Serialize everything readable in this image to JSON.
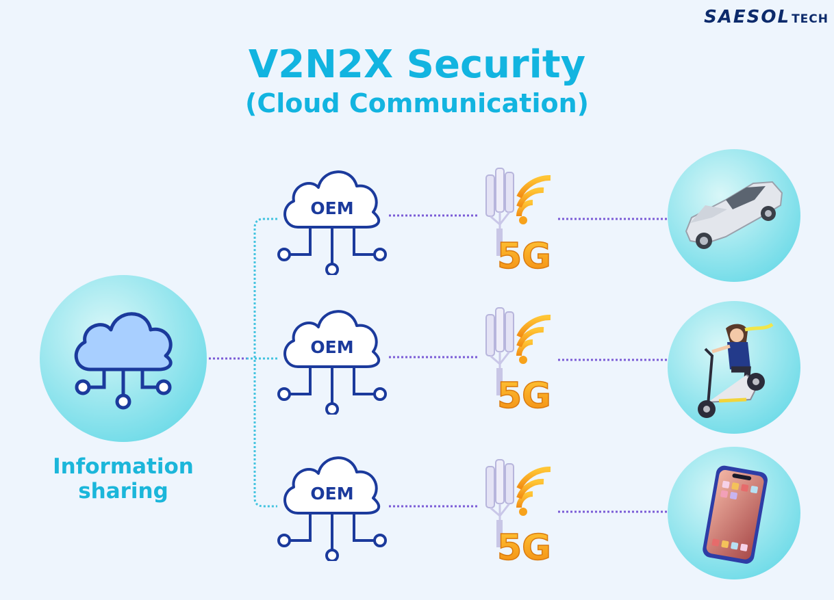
{
  "logo": {
    "main": "SAESOL",
    "sub": "TECH"
  },
  "title": {
    "line1": "V2N2X Security",
    "line2": "(Cloud Communication)"
  },
  "hub": {
    "label_line1": "Information",
    "label_line2": "sharing"
  },
  "rows": [
    {
      "cloud_label": "OEM",
      "network": "5G",
      "endpoint_icon": "car-icon"
    },
    {
      "cloud_label": "OEM",
      "network": "5G",
      "endpoint_icon": "scooter-rider-icon"
    },
    {
      "cloud_label": "OEM",
      "network": "5G",
      "endpoint_icon": "smartphone-icon"
    }
  ],
  "colors": {
    "title": "#12b4e0",
    "oem_text": "#1b3a9c",
    "cloud_stroke": "#1b3a9c",
    "dots_purple": "#7b5cd6",
    "dots_cyan": "#42c3df",
    "fiveg_orange": "#f7a21b",
    "circle_fill": "#9fe6ef"
  }
}
